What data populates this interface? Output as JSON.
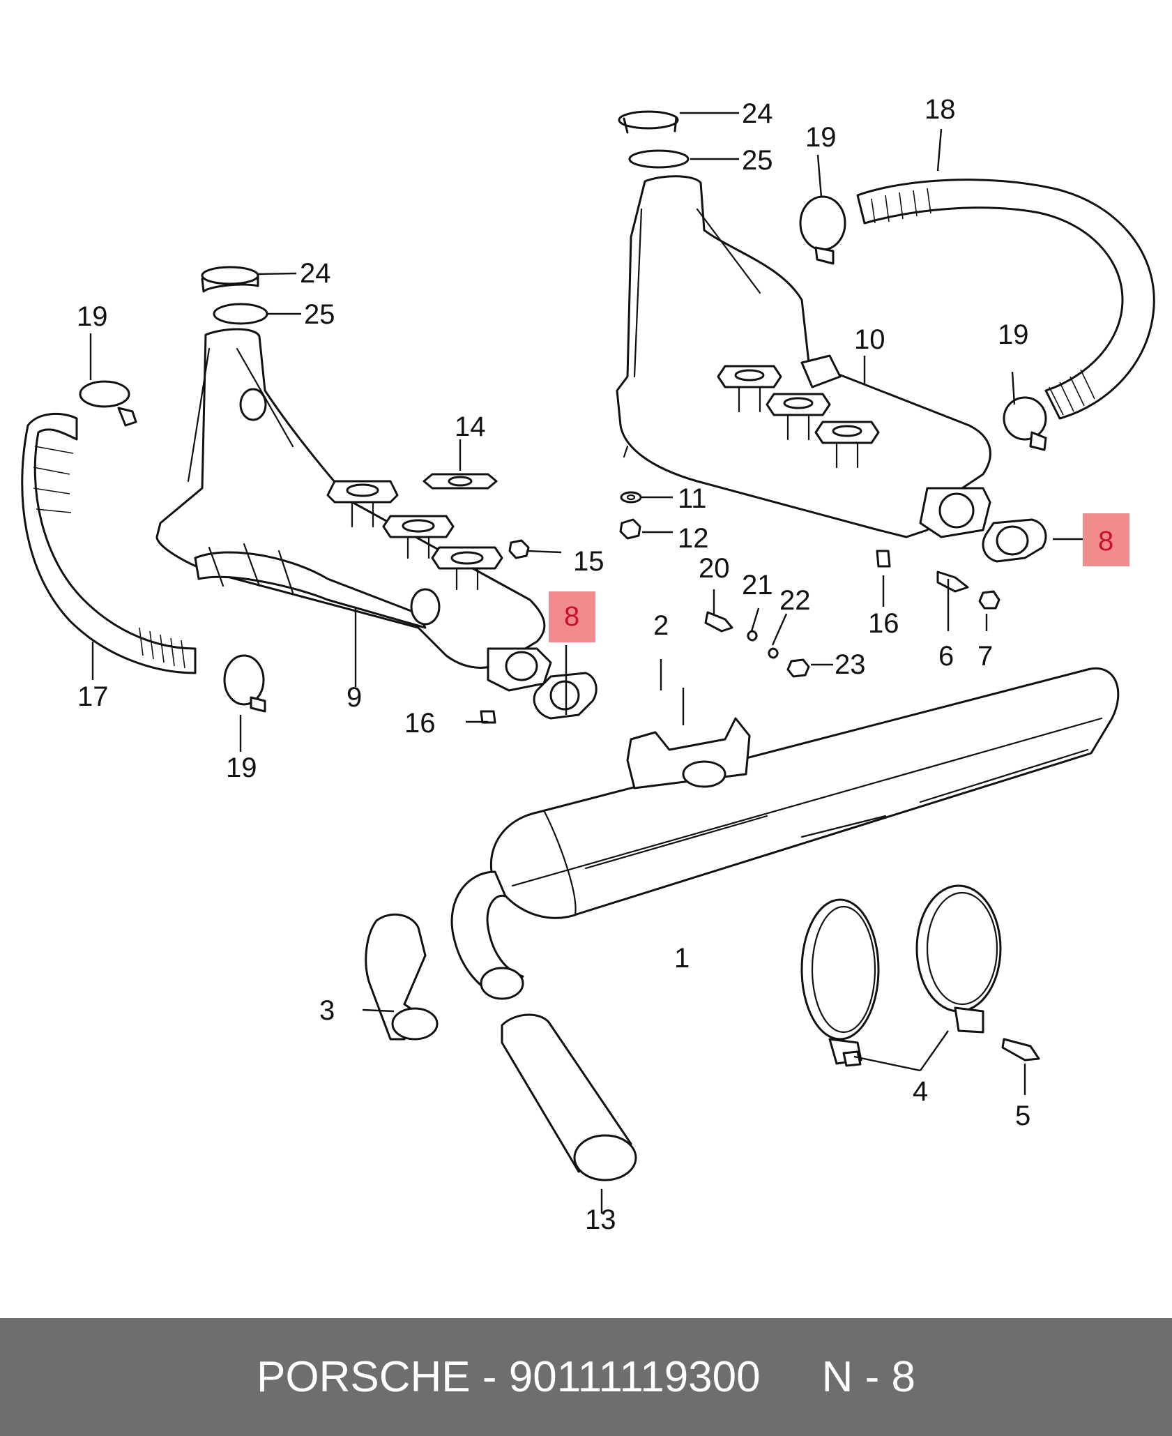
{
  "diagram": {
    "callouts": [
      "1",
      "2",
      "3",
      "4",
      "5",
      "6",
      "7",
      "8",
      "9",
      "10",
      "11",
      "12",
      "13",
      "14",
      "15",
      "16",
      "17",
      "18",
      "19",
      "20",
      "21",
      "22",
      "23",
      "24",
      "25"
    ],
    "highlighted_callout": "8",
    "highlight_color": "#f28b8b",
    "highlight_text_color": "#c8102e"
  },
  "footer": {
    "brand": "PORSCHE",
    "separator": "-",
    "part_number": "90111119300",
    "position_code": "N - 8",
    "background": "#6e6e6e"
  }
}
